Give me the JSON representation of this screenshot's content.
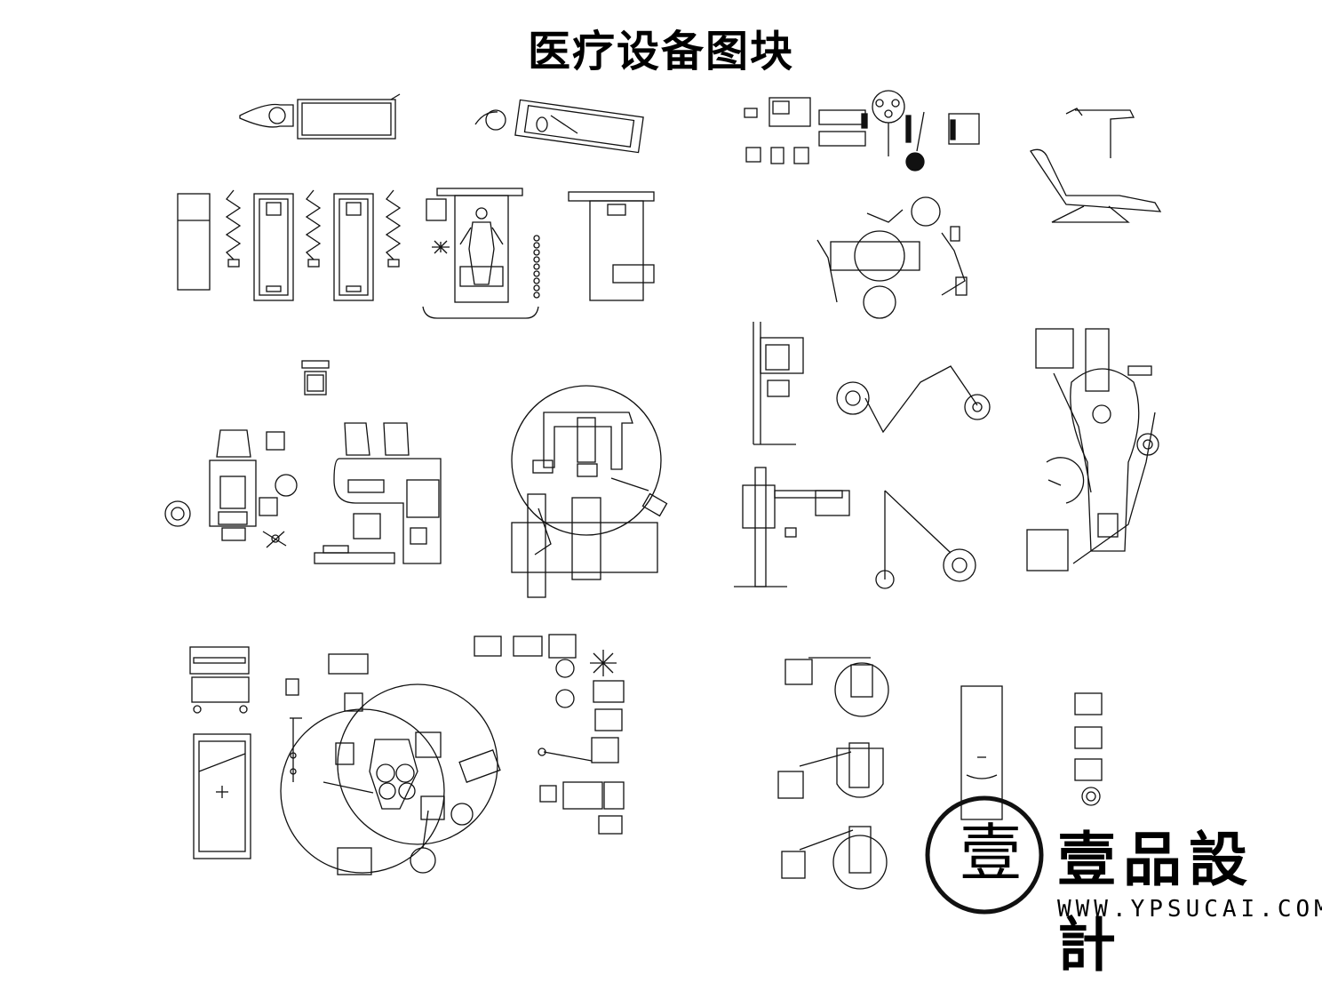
{
  "title": "医疗设备图块",
  "brand": {
    "seal_char": "壹",
    "name": "壹品設計",
    "url": "WWW.YPSUCAI.COM"
  }
}
